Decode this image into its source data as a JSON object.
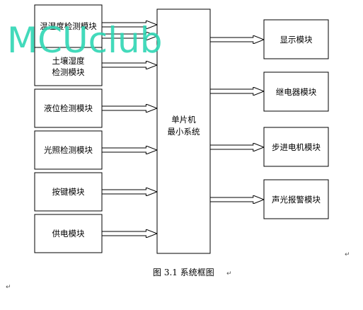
{
  "inputs": [
    {
      "label_lines": [
        "温湿度检测模块"
      ]
    },
    {
      "label_lines": [
        "土壤湿度",
        "检测模块"
      ]
    },
    {
      "label_lines": [
        "液位检测模块"
      ]
    },
    {
      "label_lines": [
        "光照检测模块"
      ]
    },
    {
      "label_lines": [
        "按键模块"
      ]
    },
    {
      "label_lines": [
        "供电模块"
      ]
    }
  ],
  "center": {
    "label_lines": [
      "单片机",
      "最小系统"
    ]
  },
  "outputs": [
    {
      "label": "显示模块"
    },
    {
      "label": "继电器模块"
    },
    {
      "label": "步进电机模块"
    },
    {
      "label": "声光报警模块"
    }
  ],
  "caption": "图 3.1  系统框图",
  "watermark": "MCUclub",
  "paragraph_mark": "↵"
}
